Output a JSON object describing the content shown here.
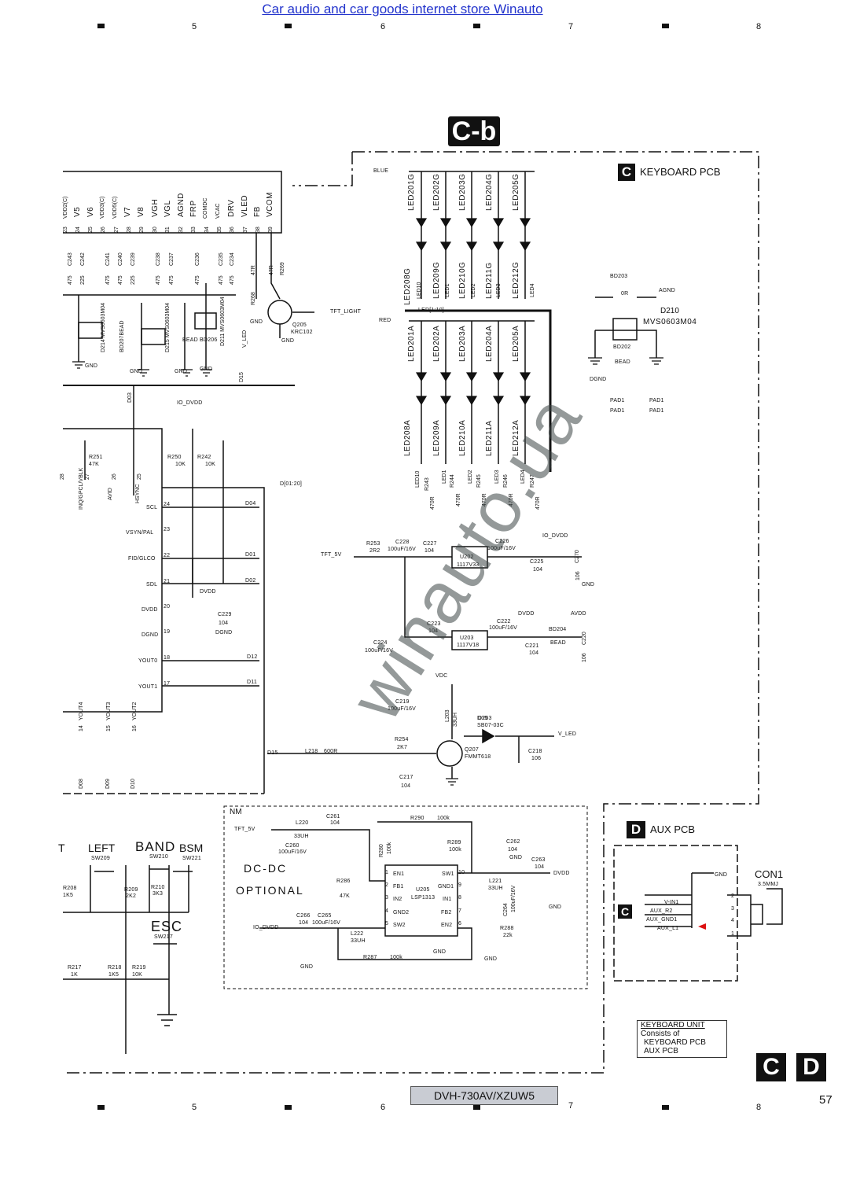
{
  "header_link": "Car audio and car goods internet store Winauto",
  "column_numbers_top": [
    "5",
    "6",
    "7",
    "8"
  ],
  "column_numbers_bottom": [
    "5",
    "6",
    "7",
    "8"
  ],
  "sheet_label": "C-b",
  "sections": {
    "keyboard_pcb": {
      "tag": "C",
      "title": "KEYBOARD PCB"
    },
    "aux_pcb": {
      "tag": "D",
      "title": "AUX PCB"
    }
  },
  "connector_pins": [
    "VDD2(C)",
    "V5",
    "V6",
    "VDD3(C)",
    "VDD5(C)",
    "V7",
    "V8",
    "VGH",
    "VGL",
    "AGND",
    "FRP",
    "COMDC",
    "VCAC",
    "DRV",
    "VLED",
    "FB",
    "VCOM"
  ],
  "connector_pin_numbers": [
    "23",
    "24",
    "25",
    "26",
    "27",
    "28",
    "29",
    "30",
    "31",
    "32",
    "33",
    "34",
    "35",
    "36",
    "37",
    "38",
    "39"
  ],
  "capacitors_row": [
    "C243",
    "C242",
    "C241",
    "C240",
    "C239",
    "C238",
    "C237",
    "C236",
    "C235",
    "C234"
  ],
  "cap_values_row": [
    "475",
    "225",
    "475",
    "475",
    "225",
    "475",
    "475",
    "475",
    "475",
    "475"
  ],
  "left_parts": [
    "D214 MVS0603M04",
    "BD207BEAD",
    "D215 MVS0603M04",
    "BEAD BD206",
    "D211 MVS0603M04"
  ],
  "q205": {
    "name": "Q205",
    "type": "KRC102",
    "r268": "R268",
    "r268v": "47R",
    "r269": "R269",
    "r269v": "47R",
    "tft_light": "TFT_LIGHT",
    "vled": "V_LED"
  },
  "gnd": "GND",
  "nets": {
    "blue": "BLUE",
    "red": "RED",
    "led_bus": "LED[1:10]",
    "d_bus": "D[01:20]",
    "io_dvdd": "IO_DVDD",
    "dvdd": "DVDD",
    "avdd": "AVDD",
    "vdc": "VDC",
    "tft_5v": "TFT_5V",
    "d03": "D03",
    "d15": "D15"
  },
  "leds_green_top": [
    "LED201G",
    "LED202G",
    "LED203G",
    "LED204G",
    "LED205G"
  ],
  "leds_green_bottom": [
    "LED208G",
    "LED209G",
    "LED210G",
    "LED211G",
    "LED212G"
  ],
  "led_nets_green": [
    "LED10",
    "LED1",
    "LED2",
    "LED3",
    "LED4"
  ],
  "leds_amber_top": [
    "LED201A",
    "LED202A",
    "LED203A",
    "LED204A",
    "LED205A"
  ],
  "leds_amber_bottom": [
    "LED208A",
    "LED209A",
    "LED210A",
    "LED211A",
    "LED212A"
  ],
  "led_resistors": [
    "R243",
    "R244",
    "R245",
    "R246",
    "R247"
  ],
  "led_res_value": "470R",
  "bd203": {
    "name": "BD203",
    "value": "0R",
    "net": "AGND"
  },
  "d210": {
    "name": "D210",
    "part": "MVS0603M04"
  },
  "bd202": {
    "name": "BD202",
    "value": "BEAD"
  },
  "dgnd": "DGND",
  "pads": [
    "PAD1",
    "PAD1",
    "PAD1",
    "PAD1"
  ],
  "ic_pins_left": [
    "INQ/GPCL/VBLK",
    "AVID",
    "HSYNC"
  ],
  "ic_pin_nums_top": [
    "28",
    "27",
    "26",
    "25"
  ],
  "ic_signals": [
    {
      "name": "SCL",
      "num": "24",
      "net": "D04"
    },
    {
      "name": "VSYN/PAL",
      "num": "23",
      "net": ""
    },
    {
      "name": "FID/GLCO",
      "num": "22",
      "net": "D01"
    },
    {
      "name": "SDL",
      "num": "21",
      "net": "D02"
    },
    {
      "name": "DVDD",
      "num": "20",
      "net": ""
    },
    {
      "name": "DGND",
      "num": "19",
      "net": ""
    },
    {
      "name": "YOUT0",
      "num": "18",
      "net": "D12"
    },
    {
      "name": "YOUT1",
      "num": "17",
      "net": "D11"
    }
  ],
  "ic_bottom": [
    {
      "name": "YOUT4",
      "num": "14",
      "net": "D08"
    },
    {
      "name": "YOUT3",
      "num": "15",
      "net": "D09"
    },
    {
      "name": "YOUT2",
      "num": "16",
      "net": "D10"
    }
  ],
  "r251": {
    "name": "R251",
    "value": "47K"
  },
  "r250": {
    "name": "R250",
    "value": "10K"
  },
  "r242": {
    "name": "R242",
    "value": "10K"
  },
  "c229": {
    "name": "C229",
    "value": "104"
  },
  "reg_u202": {
    "name": "U202",
    "part": "1117V33"
  },
  "reg_u203": {
    "name": "U203",
    "part": "1117V18"
  },
  "power_parts": [
    {
      "name": "R253",
      "value": "2R2"
    },
    {
      "name": "C228",
      "value": "100uF/16V"
    },
    {
      "name": "C227",
      "value": "104"
    },
    {
      "name": "C226",
      "value": "100uF/16V"
    },
    {
      "name": "C225",
      "value": "104"
    },
    {
      "name": "C270",
      "value": "106"
    },
    {
      "name": "C223",
      "value": "104"
    },
    {
      "name": "C224",
      "value": "100uF/16V"
    },
    {
      "name": "C222",
      "value": "100uF/16V"
    },
    {
      "name": "C221",
      "value": "104"
    },
    {
      "name": "BD204",
      "value": "BEAD"
    },
    {
      "name": "C220",
      "value": "106"
    },
    {
      "name": "C219",
      "value": "100uF/16V"
    },
    {
      "name": "L203",
      "value": "33UH"
    },
    {
      "name": "D203",
      "value": "SB07-03C"
    },
    {
      "name": "R254",
      "value": "2K7"
    },
    {
      "name": "Q207",
      "value": "FMMT618"
    },
    {
      "name": "C218",
      "value": "106"
    },
    {
      "name": "C217",
      "value": "104"
    },
    {
      "name": "L218",
      "value": "600R"
    }
  ],
  "dcdc": {
    "nm": "NM",
    "title1": "DC-DC",
    "title2": "OPTIONAL",
    "ic": "U205",
    "ic_part": "LSP1313",
    "pins_left": [
      "EN1",
      "FB1",
      "IN2",
      "GND2",
      "SW2"
    ],
    "pins_left_nums": [
      "1",
      "2",
      "3",
      "4",
      "5"
    ],
    "pins_right": [
      "SW1",
      "GND1",
      "IN1",
      "FB2",
      "EN2"
    ],
    "pins_right_nums": [
      "10",
      "9",
      "8",
      "7",
      "6"
    ],
    "parts": [
      {
        "name": "L220",
        "value": "33UH"
      },
      {
        "name": "C261",
        "value": "104"
      },
      {
        "name": "C260",
        "value": "100uF/16V"
      },
      {
        "name": "R290",
        "value": "100k"
      },
      {
        "name": "R280",
        "value": "100k"
      },
      {
        "name": "R289",
        "value": "100k"
      },
      {
        "name": "C262",
        "value": "104"
      },
      {
        "name": "C263",
        "value": "104"
      },
      {
        "name": "R286",
        "value": "47K"
      },
      {
        "name": "L221",
        "value": "33UH"
      },
      {
        "name": "C264",
        "value": "100uF/16V"
      },
      {
        "name": "C266",
        "value": "104"
      },
      {
        "name": "C265",
        "value": "100uF/16V"
      },
      {
        "name": "L222",
        "value": "33UH"
      },
      {
        "name": "R288",
        "value": "22k"
      },
      {
        "name": "R287",
        "value": "100k"
      }
    ]
  },
  "buttons": [
    {
      "label": "LEFT",
      "sw": "SW209"
    },
    {
      "label": "BAND",
      "sw": "SW210"
    },
    {
      "label": "BSM",
      "sw": "SW221"
    },
    {
      "label": "ESC",
      "sw": "SW217"
    },
    {
      "label": "T",
      "sw": ""
    }
  ],
  "button_resistors": [
    {
      "name": "R208",
      "value": "1K5"
    },
    {
      "name": "R209",
      "value": "2K2"
    },
    {
      "name": "R210",
      "value": "3K3"
    },
    {
      "name": "R217",
      "value": "1K"
    },
    {
      "name": "R218",
      "value": "1K5"
    },
    {
      "name": "R219",
      "value": "10K"
    }
  ],
  "con1": {
    "name": "CON1",
    "type": "3.5MMJ",
    "pins": [
      "V-IN1",
      "AUX_R2",
      "AUX_GND1",
      "AUX_L1"
    ],
    "nums": [
      "2",
      "3",
      "4",
      "1"
    ]
  },
  "keyboard_unit": {
    "title": "KEYBOARD UNIT",
    "line1": "Consists of",
    "line2": "KEYBOARD PCB",
    "line3": "AUX PCB"
  },
  "big_tags": [
    "C",
    "D"
  ],
  "model": "DVH-730AV/XZUW5",
  "page_number": "57",
  "watermark": "winauto.ua"
}
